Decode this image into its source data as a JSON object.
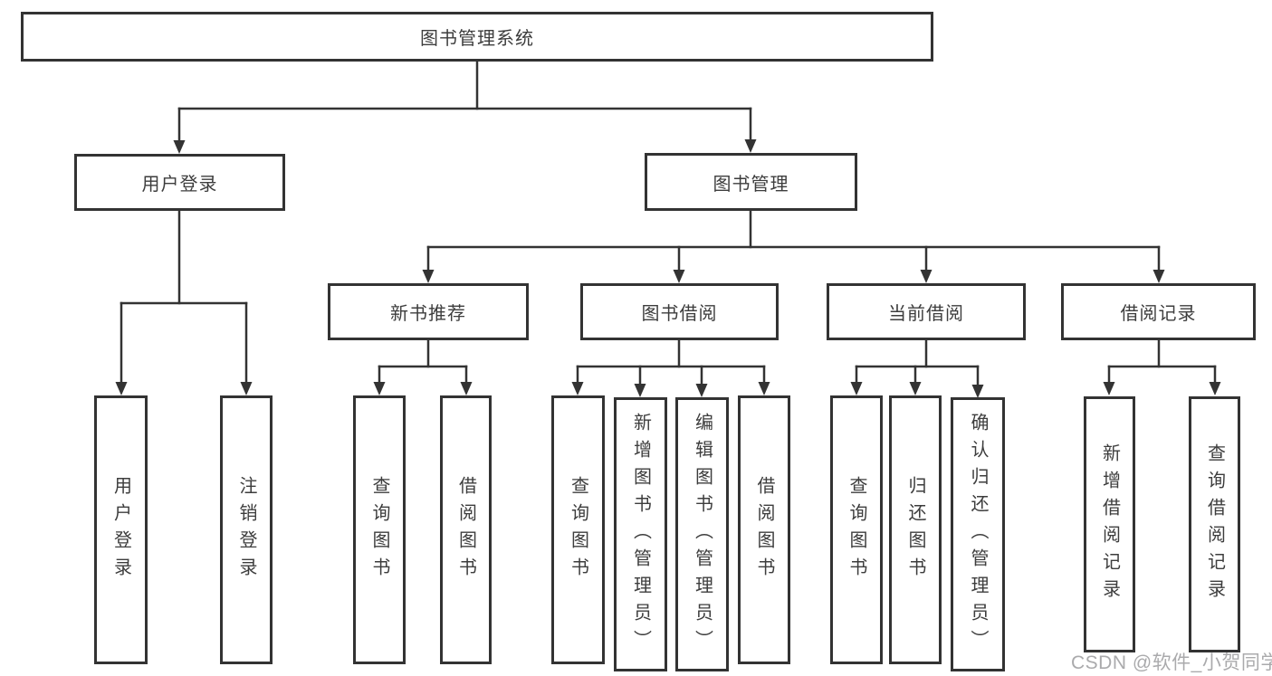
{
  "diagram_title": "图书管理系统",
  "tree": {
    "root": {
      "label": "图书管理系统"
    },
    "branches": [
      {
        "label": "用户登录",
        "children": [
          {
            "label": "用户登录"
          },
          {
            "label": "注销登录"
          }
        ]
      },
      {
        "label": "图书管理",
        "children": [
          {
            "label": "新书推荐",
            "children": [
              {
                "label": "查询图书"
              },
              {
                "label": "借阅图书"
              }
            ]
          },
          {
            "label": "图书借阅",
            "children": [
              {
                "label": "查询图书"
              },
              {
                "label": "新增图书（管理员）"
              },
              {
                "label": "编辑图书（管理员）"
              },
              {
                "label": "借阅图书"
              }
            ]
          },
          {
            "label": "当前借阅",
            "children": [
              {
                "label": "查询图书"
              },
              {
                "label": "归还图书"
              },
              {
                "label": "确认归还（管理员）"
              }
            ]
          },
          {
            "label": "借阅记录",
            "children": [
              {
                "label": "新增借阅记录"
              },
              {
                "label": "查询借阅记录"
              }
            ]
          }
        ]
      }
    ]
  },
  "watermark": "CSDN @软件_小贺同学",
  "colors": {
    "line": "#333333",
    "box_border": "#333333",
    "box_fill": "#ffffff",
    "text": "#3d3d3d",
    "watermark": "#a5a5a8"
  }
}
